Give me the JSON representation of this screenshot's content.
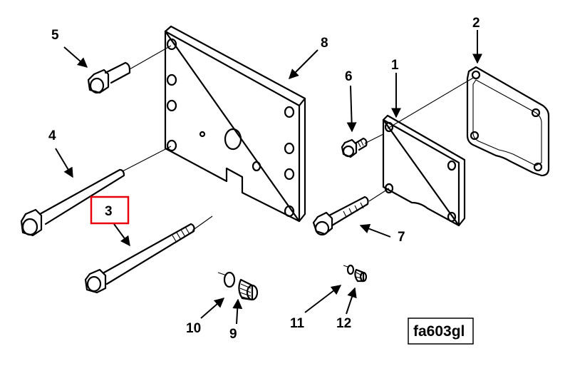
{
  "diagram": {
    "reference_code": "fa603gl",
    "highlight_color": "#e8000d",
    "callouts": [
      {
        "id": "c1",
        "text": "1"
      },
      {
        "id": "c2",
        "text": "2"
      },
      {
        "id": "c3",
        "text": "3",
        "highlighted": true
      },
      {
        "id": "c4",
        "text": "4"
      },
      {
        "id": "c5",
        "text": "5"
      },
      {
        "id": "c6",
        "text": "6"
      },
      {
        "id": "c7",
        "text": "7"
      },
      {
        "id": "c8",
        "text": "8"
      },
      {
        "id": "c9",
        "text": "9"
      },
      {
        "id": "c10",
        "text": "10"
      },
      {
        "id": "c11",
        "text": "11"
      },
      {
        "id": "c12",
        "text": "12"
      }
    ]
  }
}
